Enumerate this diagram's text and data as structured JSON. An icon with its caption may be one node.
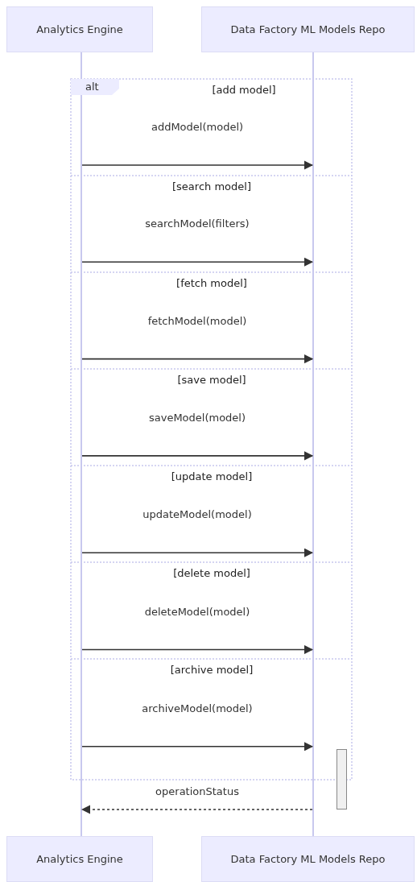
{
  "diagram": {
    "nodes": [
      {
        "text": [
          "Analytics Engine"
        ]
      },
      {
        "text": [
          "Data Factory ML Models Repo"
        ]
      },
      {
        "text": [],
        "shape": "line"
      },
      {
        "text": [],
        "shape": "line"
      },
      {
        "text": [
          "alt"
        ]
      },
      {
        "text": [],
        "shape": "bar"
      },
      {
        "text": [
          "Analytics Engine"
        ]
      },
      {
        "text": [
          "Data Factory ML Models Repo"
        ]
      }
    ],
    "edges": [
      {
        "from": 2,
        "to": 3,
        "arrow": "to",
        "label": "addModel(model)"
      },
      {
        "from": 2,
        "to": 3,
        "arrow": "to",
        "label": "searchModel(filters)"
      },
      {
        "from": 2,
        "to": 3,
        "arrow": "to",
        "label": "fetchModel(model)"
      },
      {
        "from": 2,
        "to": 3,
        "arrow": "to",
        "label": "saveModel(model)"
      },
      {
        "from": 2,
        "to": 3,
        "arrow": "to",
        "label": "updateModel(model)"
      },
      {
        "from": 2,
        "to": 3,
        "arrow": "to",
        "label": "deleteModel(model)"
      },
      {
        "from": 2,
        "to": 3,
        "arrow": "to",
        "label": "archiveModel(model)"
      },
      {
        "from": 3,
        "to": 2,
        "arrow": "to",
        "label": "operationStatus",
        "style": "dashed"
      }
    ],
    "labels": [
      "[add model]",
      "[search model]",
      "[fetch model]",
      "[save model]",
      "[update model]",
      "[delete model]",
      "[archive model]"
    ]
  }
}
